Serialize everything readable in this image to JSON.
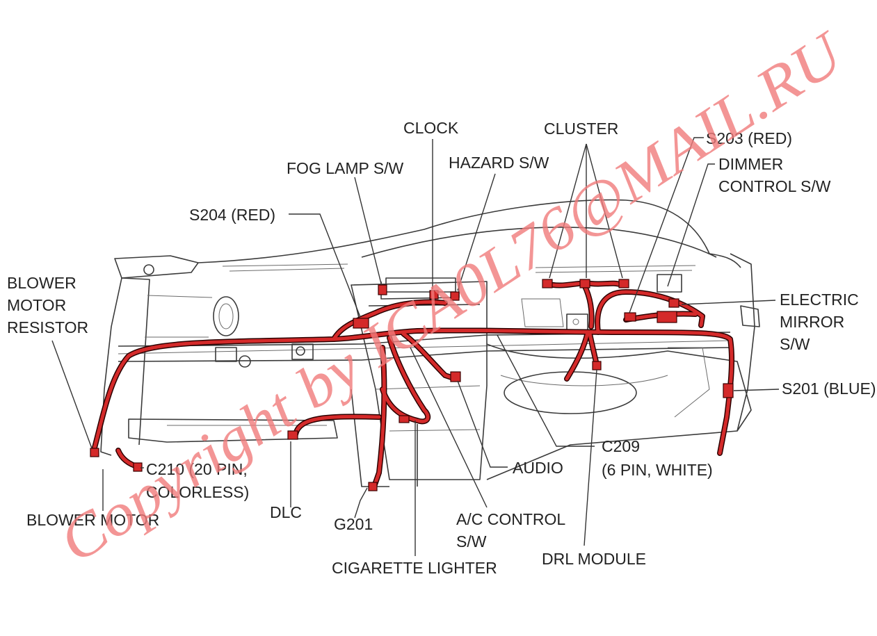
{
  "labels": {
    "clock": "CLOCK",
    "cluster": "CLUSTER",
    "s203": "S203 (RED)",
    "dimmer_1": "DIMMER",
    "dimmer_2": "CONTROL S/W",
    "fog_lamp": "FOG LAMP S/W",
    "hazard": "HAZARD S/W",
    "s204": "S204 (RED)",
    "blower_res_1": "BLOWER",
    "blower_res_2": "MOTOR",
    "blower_res_3": "RESISTOR",
    "mirror_1": "ELECTRIC",
    "mirror_2": "MIRROR",
    "mirror_3": "S/W",
    "s201": "S201 (BLUE)",
    "c209_1": "C209",
    "c209_2": "(6 PIN, WHITE)",
    "audio": "AUDIO",
    "c210_1": "C210 (20 PIN,",
    "c210_2": "COLORLESS)",
    "dlc": "DLC",
    "g201": "G201",
    "blower_motor": "BLOWER MOTOR",
    "ac_1": "A/C CONTROL",
    "ac_2": "S/W",
    "drl": "DRL MODULE",
    "cig": "CIGARETTE LIGHTER"
  },
  "watermark": "Copyright by ICA0L76@MAIL.RU",
  "colors": {
    "harness": "#d42a2a",
    "watermark": "#f07a7a",
    "line_art": "#3a3a3a"
  }
}
